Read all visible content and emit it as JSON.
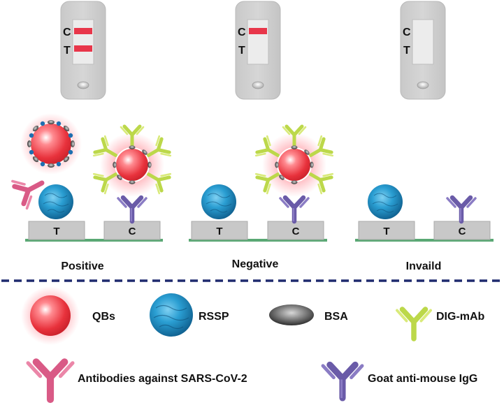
{
  "cassettes": [
    {
      "c_label": "C",
      "t_label": "T",
      "c_line": true,
      "t_line": true
    },
    {
      "c_label": "C",
      "t_label": "T",
      "c_line": true,
      "t_line": false
    },
    {
      "c_label": "C",
      "t_label": "T",
      "c_line": false,
      "t_line": false
    }
  ],
  "panels": [
    {
      "caption": "Positive",
      "t_pad": "T",
      "c_pad": "C"
    },
    {
      "caption": "Negative",
      "t_pad": "T",
      "c_pad": "C"
    },
    {
      "caption": "Invaild",
      "t_pad": "T",
      "c_pad": "C"
    }
  ],
  "legend": {
    "qbs": "QBs",
    "rssp": "RSSP",
    "bsa": "BSA",
    "dig_mab": "DIG-mAb",
    "antibodies": "Antibodies against SARS-CoV-2",
    "goat": "Goat anti-mouse IgG"
  },
  "colors": {
    "test_line": "#e8364a",
    "qbs": "#e8323c",
    "rssp": "#1e8fc4",
    "pink_antibody": "#d95a86",
    "purple_antibody": "#6a5ba8",
    "dig_mab": "#bcd84a",
    "strip": "#5aa874",
    "divider": "#1f2a6e"
  }
}
